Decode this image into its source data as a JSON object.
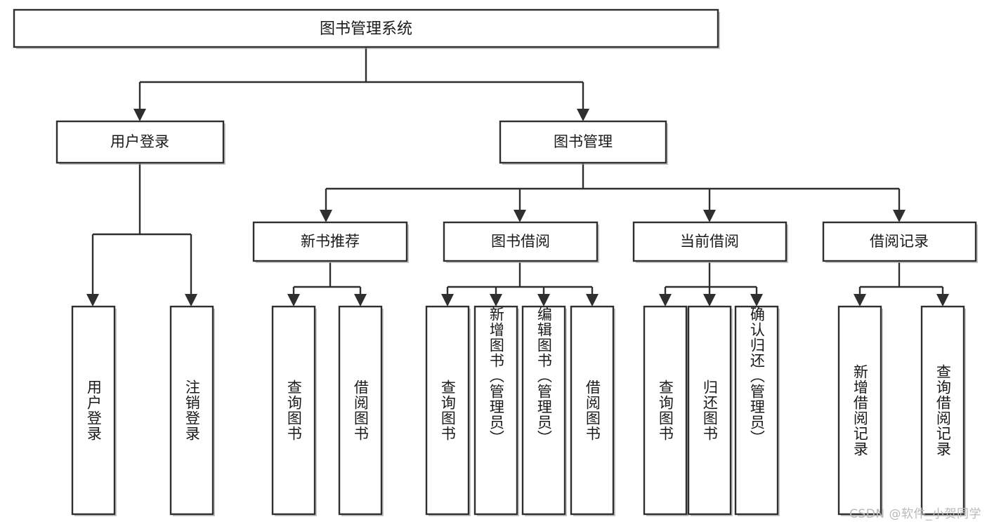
{
  "diagram": {
    "type": "tree",
    "title": "图书管理系统",
    "orientation": "top-down",
    "colors": {
      "stroke": "#2f2f2f",
      "fill": "#ffffff",
      "text": "#1a1a1a",
      "shadow": "#9b9b9b",
      "watermark": "#b9b9b9"
    },
    "nodes": {
      "root": {
        "label": "图书管理系统"
      },
      "level1": [
        {
          "id": "user-login",
          "label": "用户登录"
        },
        {
          "id": "book-manage",
          "label": "图书管理"
        }
      ],
      "level2": [
        {
          "id": "new-book-recommend",
          "label": "新书推荐",
          "parent": "book-manage"
        },
        {
          "id": "book-borrow",
          "label": "图书借阅",
          "parent": "book-manage"
        },
        {
          "id": "current-borrow",
          "label": "当前借阅",
          "parent": "book-manage"
        },
        {
          "id": "borrow-record",
          "label": "借阅记录",
          "parent": "book-manage"
        }
      ],
      "leaves": [
        {
          "id": "leaf-user-login",
          "label": "用户登录",
          "parent": "user-login"
        },
        {
          "id": "leaf-logout-login",
          "label": "注销登录",
          "parent": "user-login"
        },
        {
          "id": "leaf-query-book-1",
          "label": "查询图书",
          "parent": "new-book-recommend"
        },
        {
          "id": "leaf-borrow-book-1",
          "label": "借阅图书",
          "parent": "new-book-recommend"
        },
        {
          "id": "leaf-query-book-2",
          "label": "查询图书",
          "parent": "book-borrow"
        },
        {
          "id": "leaf-add-book",
          "label": "新增图书（管理员）",
          "parent": "book-borrow"
        },
        {
          "id": "leaf-edit-book",
          "label": "编辑图书（管理员）",
          "parent": "book-borrow"
        },
        {
          "id": "leaf-borrow-book-2",
          "label": "借阅图书",
          "parent": "book-borrow"
        },
        {
          "id": "leaf-query-book-3",
          "label": "查询图书",
          "parent": "current-borrow"
        },
        {
          "id": "leaf-return-book",
          "label": "归还图书",
          "parent": "current-borrow"
        },
        {
          "id": "leaf-confirm-return",
          "label": "确认归还（管理员）",
          "parent": "current-borrow"
        },
        {
          "id": "leaf-add-record",
          "label": "新增借阅记录",
          "parent": "borrow-record"
        },
        {
          "id": "leaf-query-record",
          "label": "查询借阅记录",
          "parent": "borrow-record"
        }
      ]
    },
    "watermark": "CSDN @软件_小贺同学"
  }
}
